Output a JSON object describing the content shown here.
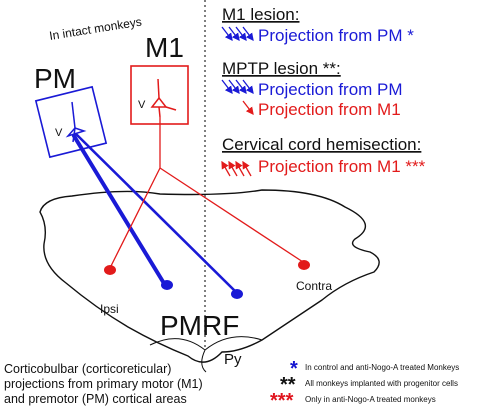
{
  "intact_label": "In intact monkeys",
  "areas": {
    "pm": {
      "label": "PM",
      "neuron_label": "V"
    },
    "m1": {
      "label": "M1",
      "neuron_label": "V"
    }
  },
  "brainstem": {
    "target_label": "PMRF",
    "pyramid_label": "Py",
    "ipsi_label": "Ipsi",
    "contra_label": "Contra"
  },
  "caption": [
    "Corticobulbar (corticoreticular)",
    "projections from primary motor (M1)",
    "and premotor (PM) cortical areas"
  ],
  "conditions": {
    "m1_lesion": {
      "title": "M1 lesion:",
      "line": "Projection from PM *"
    },
    "mptp_lesion": {
      "title": "MPTP lesion **:",
      "line_pm": "Projection from PM",
      "line_m1": "Projection from M1"
    },
    "hemisection": {
      "title": "Cervical cord hemisection:",
      "line_m1": "Projection from M1 ***"
    }
  },
  "legend": [
    {
      "symbol": "*",
      "color": "#1515d0",
      "text": "In control and anti-Nogo-A treated Monkeys"
    },
    {
      "symbol": "**",
      "color": "#111111",
      "text": "All monkeys implanted with progenitor cells"
    },
    {
      "symbol": "***",
      "color": "#e0141e",
      "text": "Only in anti-Nogo-A treated monkeys"
    }
  ],
  "colors": {
    "pm": "#1a1ad6",
    "m1": "#e21b1b",
    "text": "#111111"
  }
}
